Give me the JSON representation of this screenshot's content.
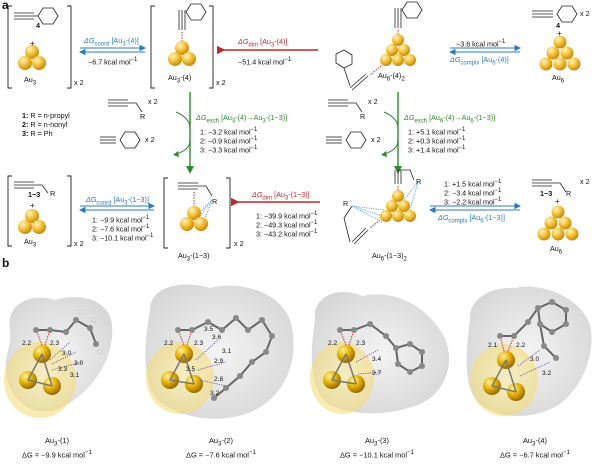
{
  "panels": {
    "a": "a",
    "b": "b"
  },
  "top_row": {
    "sp1": {
      "label": "Au",
      "sub": "3",
      "charge": "+",
      "ligand_num": "4",
      "mult": "x 2"
    },
    "arrow1": {
      "label_dG": "ΔG",
      "label_sub": "coord",
      "label_spec": "[Au",
      "label_spec2": "3",
      "label_spec3": "-(4)]",
      "value": "−6.7 kcal mol",
      "sup": "−1"
    },
    "sp2": {
      "label": "Au",
      "sub": "3",
      "tail": "-(4)",
      "mult": "x 2"
    },
    "arrow2": {
      "label_dG": "ΔG",
      "label_sub": "dim",
      "label_spec": "[Au",
      "label_spec2": "3",
      "label_spec3": "-(4)]",
      "value": "−51.4 kcal mol",
      "sup": "−1"
    },
    "sp3": {
      "label": "Au",
      "sub": "6",
      "tail": "-(4)",
      "sub2": "2"
    },
    "arrow3": {
      "value": "−3.6 kcal mol",
      "sup": "−1",
      "label_dG": "ΔG",
      "label_sub": "complx",
      "label_spec": "[Au",
      "label_spec2": "6",
      "label_spec3": "-(4)]"
    },
    "sp4": {
      "label": "Au",
      "sub": "6",
      "charge": "+",
      "ligand_num": "4",
      "mult": "x 2"
    }
  },
  "middle": {
    "legend": [
      {
        "num": "1:",
        "text": "R = n-propyl"
      },
      {
        "num": "2:",
        "text": "R = n-nonyl"
      },
      {
        "num": "3:",
        "text": "R = Ph"
      }
    ],
    "mult_left_top": "x 2",
    "mult_left_bot": "x 2",
    "R_left": "R",
    "left_exch": {
      "label_dG": "ΔG",
      "label_sub": "exch",
      "spec": "[Au",
      "spec2": "3",
      "spec3": "-(4)→Au",
      "spec4": "3",
      "spec5": "-(1−3)]",
      "values": [
        "1: −3.2 kcal mol",
        "2: −0.9 kcal mol",
        "3: −3.3 kcal mol"
      ],
      "sup": "−1"
    },
    "mult_right_top": "x 2",
    "mult_right_bot": "x 2",
    "R_right": "R",
    "right_exch": {
      "label_dG": "ΔG",
      "label_sub": "exch",
      "spec": "[Au",
      "spec2": "6",
      "spec3": "-(4)→Au",
      "spec4": "6",
      "spec5": "-(1−3)]",
      "values": [
        "1: +5.1 kcal mol",
        "2: +0.3 kcal mol",
        "3: +1.4 kcal mol"
      ],
      "sup": "−1"
    }
  },
  "bottom_row": {
    "sp1": {
      "label": "Au",
      "sub": "3",
      "charge": "+",
      "ligand_num": "1−3",
      "R": "R",
      "mult": "x 2"
    },
    "arrow1": {
      "label_dG": "ΔG",
      "label_sub": "coord",
      "spec": "[Au",
      "spec2": "3",
      "spec3": "-(1−3)]",
      "values": [
        "1: −9.9 kcal mol",
        "2: −7.6 kcal mol",
        "3: −10.1 kcal mol"
      ],
      "sup": "−1"
    },
    "sp2": {
      "label": "Au",
      "sub": "3",
      "tail": "-(1−3)",
      "R": "R",
      "mult": "x 2"
    },
    "arrow2": {
      "label_dG": "ΔG",
      "label_sub": "dim",
      "spec": "[Au",
      "spec2": "3",
      "spec3": "-(1−3)]",
      "values": [
        "1: −39.9 kcal mol",
        "2: −49.3 kcal mol",
        "3: −43.2 kcal mol"
      ],
      "sup": "−1"
    },
    "sp3": {
      "label": "Au",
      "sub": "6",
      "tail": "-(1−3)",
      "sub2": "2",
      "R1": "R",
      "R2": "R"
    },
    "arrow3": {
      "values": [
        "1: +1.5 kcal mol",
        "2: −3.4 kcal mol",
        "3: −2.2 kcal mol"
      ],
      "sup": "−1",
      "label_dG": "ΔG",
      "label_sub": "complx",
      "spec": "[Au",
      "spec2": "6",
      "spec3": "-(1−3)]"
    },
    "sp4": {
      "label": "Au",
      "sub": "6",
      "charge": "+",
      "ligand_num": "1−3",
      "R": "R",
      "mult": "x 2"
    }
  },
  "panel_b": {
    "structures": [
      {
        "name": "Au",
        "sub": "3",
        "tail": "-(1)",
        "dG": "ΔG = −9.9 kcal mol",
        "sup": "−1",
        "dists": [
          "2.2",
          "2.3",
          "3.0",
          "3.0",
          "3.1",
          "3.3"
        ]
      },
      {
        "name": "Au",
        "sub": "3",
        "tail": "-(2)",
        "dG": "ΔG = −7.6 kcal mol",
        "sup": "−1",
        "dists": [
          "2.2",
          "2.3",
          "3.5",
          "3.6",
          "3.1",
          "2.9",
          "3.5",
          "2.8",
          "3.2"
        ]
      },
      {
        "name": "Au",
        "sub": "3",
        "tail": "-(3)",
        "dG": "ΔG = −10.1 kcal mol",
        "sup": "−1",
        "dists": [
          "2.2",
          "2.3",
          "3.4",
          "3.7"
        ]
      },
      {
        "name": "Au",
        "sub": "3",
        "tail": "-(4)",
        "dG": "ΔG = −6.7 kcal mol",
        "sup": "−1",
        "dists": [
          "2.1",
          "2.2",
          "3.0",
          "3.2"
        ]
      }
    ]
  },
  "colors": {
    "gold": "#f0b82a",
    "blue": "#2b7bbf",
    "red": "#c0272d",
    "green": "#2e8b2e"
  }
}
